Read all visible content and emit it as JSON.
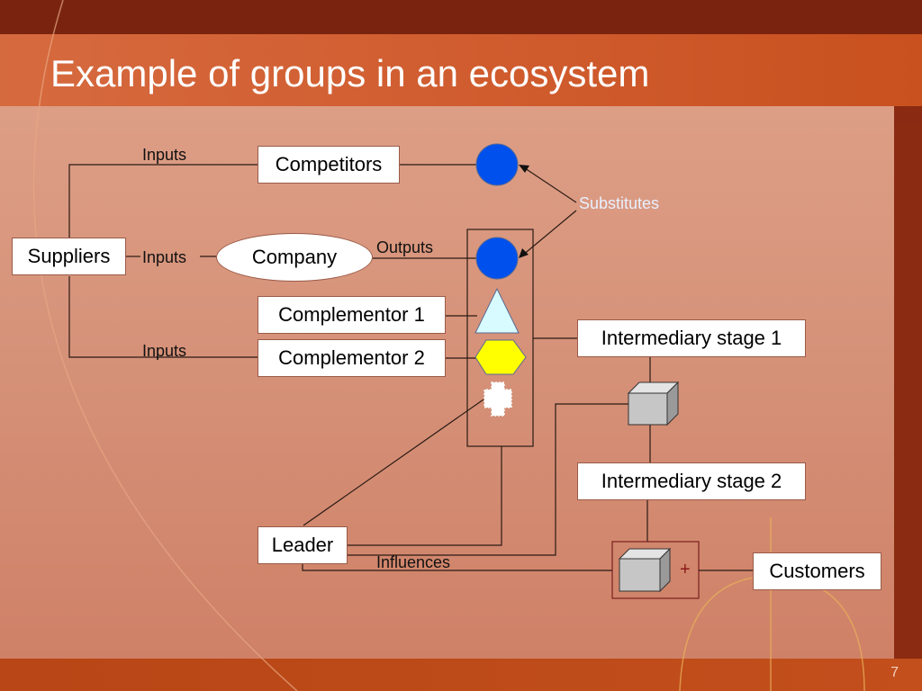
{
  "slide": {
    "title": "Example of groups in an ecosystem",
    "page_number": "7"
  },
  "nodes": {
    "suppliers": "Suppliers",
    "competitors": "Competitors",
    "company": "Company",
    "complementor1": "Complementor 1",
    "complementor2": "Complementor 2",
    "intermediary1": "Intermediary stage 1",
    "intermediary2": "Intermediary stage 2",
    "leader": "Leader",
    "customers": "Customers"
  },
  "labels": {
    "inputs_top": "Inputs",
    "inputs_mid": "Inputs",
    "inputs_bottom": "Inputs",
    "outputs": "Outputs",
    "substitutes": "Substitutes",
    "influences": "Influences",
    "plus": "+"
  },
  "colors": {
    "competitor_circle": "#0050ee",
    "company_circle": "#0050ee",
    "complementor1_triangle": "#d8fbff",
    "complementor2_hexagon": "#ffff00",
    "leader_shape": "#ffffff",
    "substitutes_text": "#e8f0ff"
  },
  "icons": {
    "competitor_marker": "circle",
    "company_marker": "circle",
    "complementor1_marker": "triangle",
    "complementor2_marker": "hexagon",
    "leader_marker": "cross",
    "intermediary_marker": "cube"
  }
}
